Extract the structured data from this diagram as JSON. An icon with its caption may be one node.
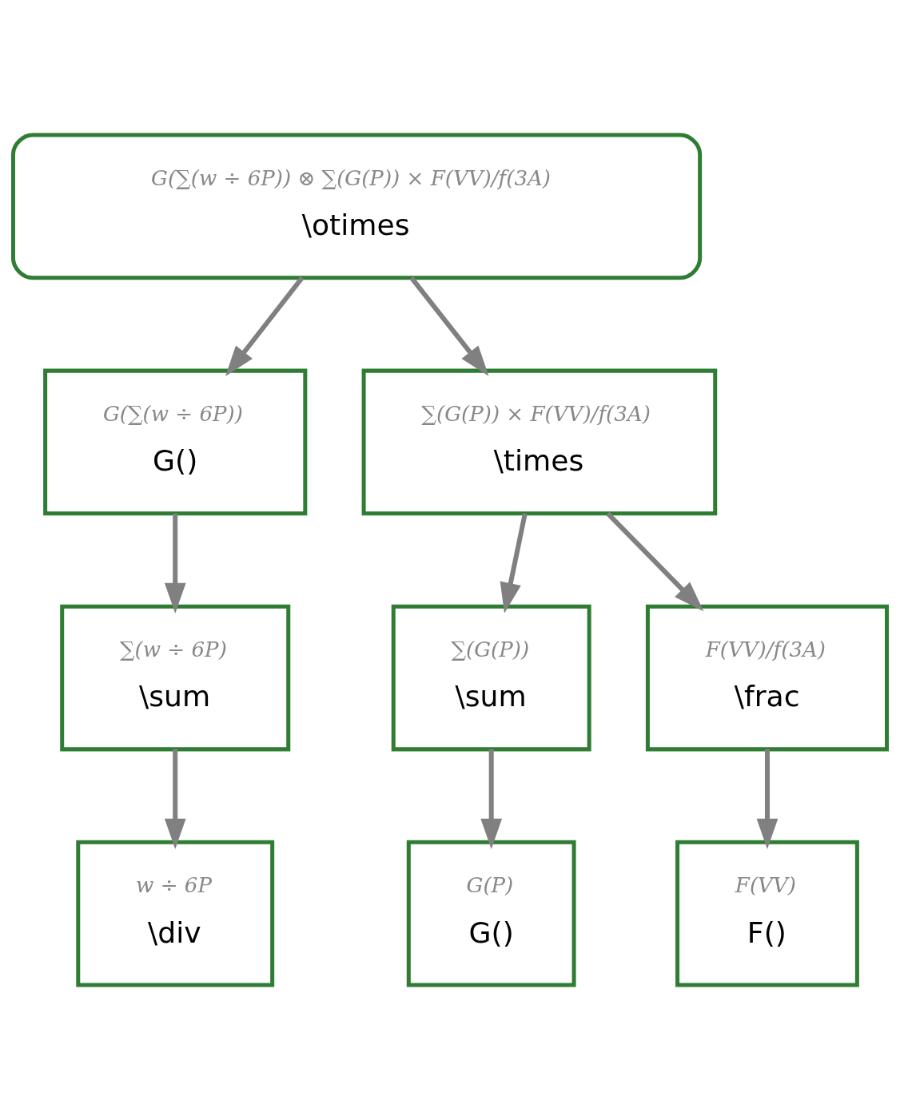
{
  "diagram": {
    "nodes": [
      {
        "text": [
          "G(∑(w ÷ 6P)) ⊗ ∑(G(P)) × F(VV)/f(3A)",
          "\\otimes"
        ]
      },
      {
        "text": [
          "G(∑(w ÷ 6P))",
          "G()"
        ]
      },
      {
        "text": [
          "∑(G(P)) × F(VV)/f(3A)",
          "\\times"
        ]
      },
      {
        "text": [
          "∑(w ÷ 6P)",
          "\\sum"
        ]
      },
      {
        "text": [
          "∑(G(P))",
          "\\sum"
        ]
      },
      {
        "text": [
          "F(VV)/f(3A)",
          "\\frac"
        ]
      },
      {
        "text": [
          "w ÷ 6P",
          "\\div"
        ]
      },
      {
        "text": [
          "G(P)",
          "G()"
        ]
      },
      {
        "text": [
          "F(VV)",
          "F()"
        ]
      }
    ],
    "edges": [
      {
        "from": 0,
        "to": 1,
        "arrow": "to"
      },
      {
        "from": 0,
        "to": 2,
        "arrow": "to"
      },
      {
        "from": 1,
        "to": 3,
        "arrow": "to"
      },
      {
        "from": 2,
        "to": 4,
        "arrow": "to"
      },
      {
        "from": 2,
        "to": 5,
        "arrow": "to"
      },
      {
        "from": 3,
        "to": 6,
        "arrow": "to"
      },
      {
        "from": 4,
        "to": 7,
        "arrow": "to"
      },
      {
        "from": 5,
        "to": 8,
        "arrow": "to"
      }
    ]
  }
}
